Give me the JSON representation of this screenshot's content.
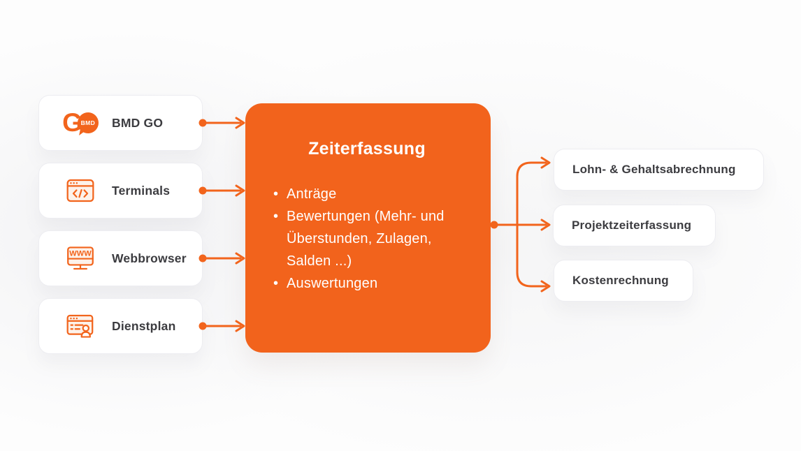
{
  "colors": {
    "accent_orange": "#F2631C",
    "card_background": "#FFFFFF",
    "card_border": "#EDEDF1",
    "text_dark": "#3C3C40",
    "text_on_orange": "#FFFFFF"
  },
  "logo": {
    "g_letter": "G",
    "bubble_text": "BMD"
  },
  "sources": [
    {
      "label": "BMD GO",
      "icon": "bmd-go-logo"
    },
    {
      "label": "Terminals",
      "icon": "terminal-code-window-icon"
    },
    {
      "label": "Webbrowser",
      "icon": "monitor-www-icon"
    },
    {
      "label": "Dienstplan",
      "icon": "schedule-person-window-icon"
    }
  ],
  "center": {
    "title": "Zeiterfassung",
    "bullets": [
      "Anträge",
      "Bewertungen (Mehr- und Überstunden, Zulagen, Salden ...)",
      "Auswertungen"
    ]
  },
  "outputs": [
    {
      "label": "Lohn- & Gehaltsabrechnung"
    },
    {
      "label": "Projektzeiterfassung"
    },
    {
      "label": "Kostenrechnung"
    }
  ],
  "icon_glyphs": {
    "webbrowser_screen_text": "WWW"
  }
}
